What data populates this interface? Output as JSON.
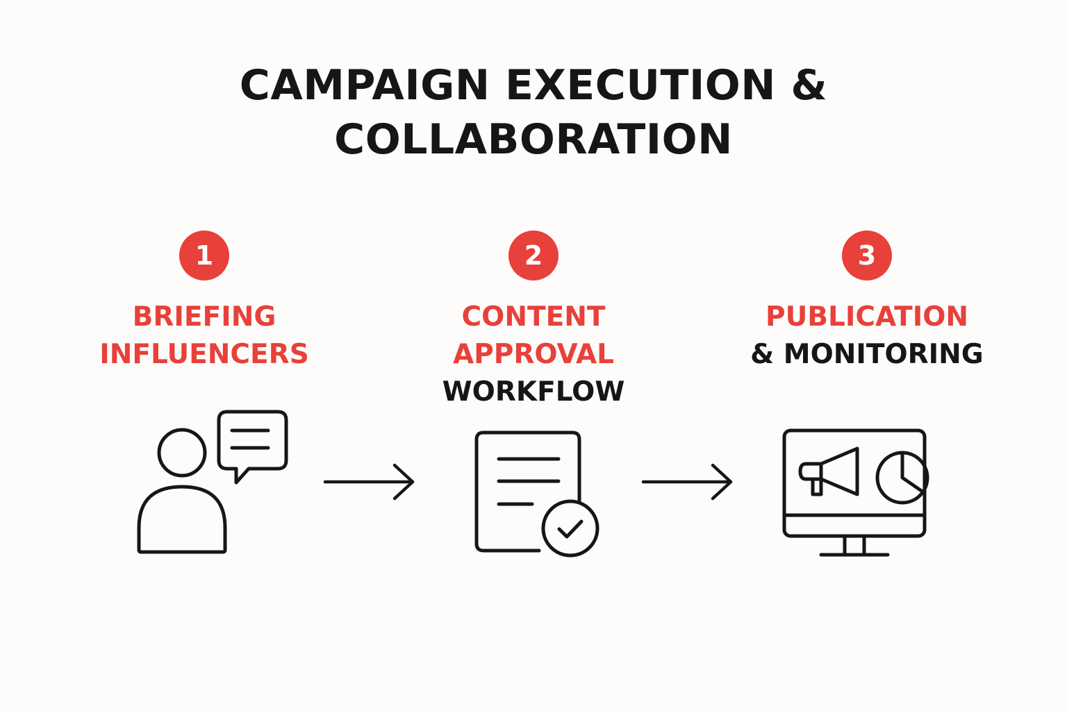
{
  "title": {
    "line1": "CAMPAIGN EXECUTION &",
    "line2": "COLLABORATION"
  },
  "colors": {
    "accent": "#e8403a",
    "text": "#161616",
    "stroke": "#161616",
    "background": "#fdfcfa"
  },
  "steps": [
    {
      "number": "1",
      "label_lines": [
        {
          "text": "BRIEFING",
          "color": "#e8403a"
        },
        {
          "text": "INFLUENCERS",
          "color": "#e8403a"
        }
      ],
      "icon": "person-speech-bubble-icon"
    },
    {
      "number": "2",
      "label_lines": [
        {
          "text": "CONTENT",
          "color": "#e8403a"
        },
        {
          "text": "APPROVAL",
          "color": "#e8403a"
        },
        {
          "text": "WORKFLOW",
          "color": "#161616"
        }
      ],
      "icon": "document-checkmark-icon"
    },
    {
      "number": "3",
      "label_lines": [
        {
          "text": "PUBLICATION",
          "color": "#e8403a"
        },
        {
          "text": "& MONITORING",
          "color": "#161616"
        }
      ],
      "icon": "monitor-megaphone-chart-icon"
    }
  ],
  "connectors": [
    "arrow-right-icon",
    "arrow-right-icon"
  ]
}
